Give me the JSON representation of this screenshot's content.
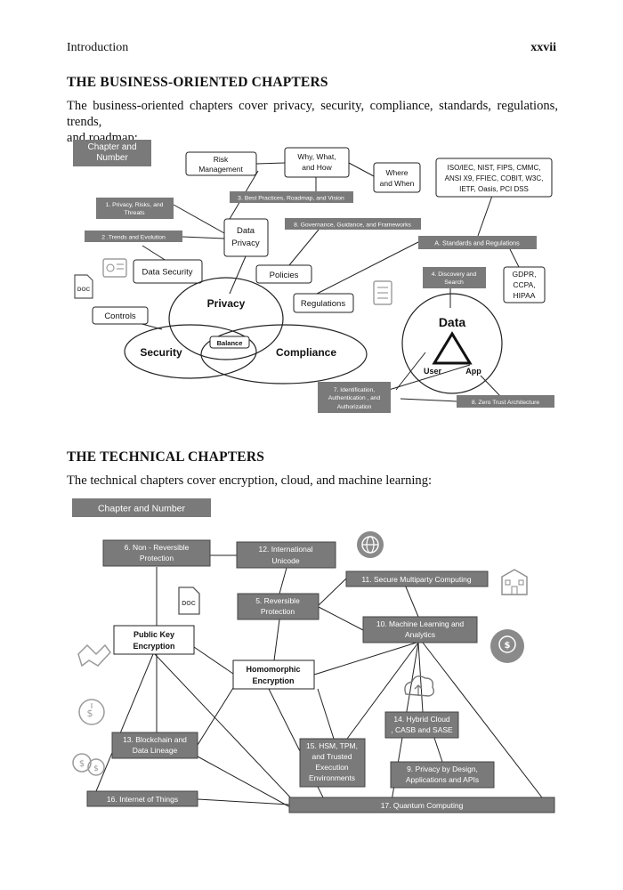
{
  "header": {
    "left": "Introduction",
    "right": "xxvii"
  },
  "business": {
    "title": "THE BUSINESS-ORIENTED CHAPTERS",
    "intro_line1": "The business-oriented chapters cover privacy, security, compliance, standards, regulations, trends,",
    "intro_line2": "and roadmap:",
    "legend_line1": "Chapter and",
    "legend_line2": "Number",
    "risk_line1": "Risk",
    "risk_line2": "Management",
    "why_line1": "Why, What,",
    "why_line2": "and How",
    "where_line1": "Where",
    "where_line2": "and When",
    "standards_line1": "ISO/IEC, NIST, FIPS, CMMC,",
    "standards_line2": "ANSI X9, FFIEC, COBIT, W3C,",
    "standards_line3": "IETF, Oasis, PCI DSS",
    "ch3": "3. Best Practices, Roadmap, and Vision",
    "ch1_line1": "1. Privacy, Risks, and",
    "ch1_line2": "Threats",
    "ch2": "2 .Trends and Evolution",
    "ch8": "8. Governance, Guidance, and Frameworks",
    "chA": "A. Standards and Regulations",
    "data_privacy_line1": "Data",
    "data_privacy_line2": "Privacy",
    "data_security": "Data Security",
    "policies": "Policies",
    "ch4_line1": "4. Discovery and",
    "ch4_line2": "Search",
    "gdpr_line1": "GDPR,",
    "gdpr_line2": "CCPA,",
    "gdpr_line3": "HIPAA",
    "controls": "Controls",
    "privacy": "Privacy",
    "regulations": "Regulations",
    "data": "Data",
    "balance": "Balance",
    "security": "Security",
    "compliance": "Compliance",
    "user": "User",
    "app": "App",
    "ch7_line1": "7. Identification,",
    "ch7_line2": "Authentication , and",
    "ch7_line3": "Authorization",
    "ch8zt": "8. Zero Trust Architecture",
    "doc_icon_text": "DOC"
  },
  "technical": {
    "title": "THE TECHNICAL CHAPTERS",
    "intro": "The technical chapters cover encryption, cloud, and machine learning:",
    "legend": "Chapter and Number",
    "ch6_line1": "6. Non - Reversible",
    "ch6_line2": "Protection",
    "ch12_line1": "12. International",
    "ch12_line2": "Unicode",
    "ch11": "11. Secure Multiparty Computing",
    "ch5_line1": "5. Reversible",
    "ch5_line2": "Protection",
    "ch10_line1": "10. Machine Learning and",
    "ch10_line2": "Analytics",
    "pke_line1": "Public Key",
    "pke_line2": "Encryption",
    "he_line1": "Homomorphic",
    "he_line2": "Encryption",
    "ch14_line1": "14. Hybrid Cloud",
    "ch14_line2": ", CASB and SASE",
    "ch13_line1": "13. Blockchain and",
    "ch13_line2": "Data Lineage",
    "ch15_line1": "15. HSM, TPM,",
    "ch15_line2": "and Trusted",
    "ch15_line3": "Execution",
    "ch15_line4": "Environments",
    "ch9_line1": "9. Privacy by Design,",
    "ch9_line2": "Applications and APIs",
    "ch16": "16. Internet of Things",
    "ch17": "17. Quantum Computing",
    "doc_icon_text": "DOC"
  },
  "colors": {
    "chapter_box": "#7a7a7a",
    "line": "#222222",
    "icon": "#8a8a8a"
  }
}
